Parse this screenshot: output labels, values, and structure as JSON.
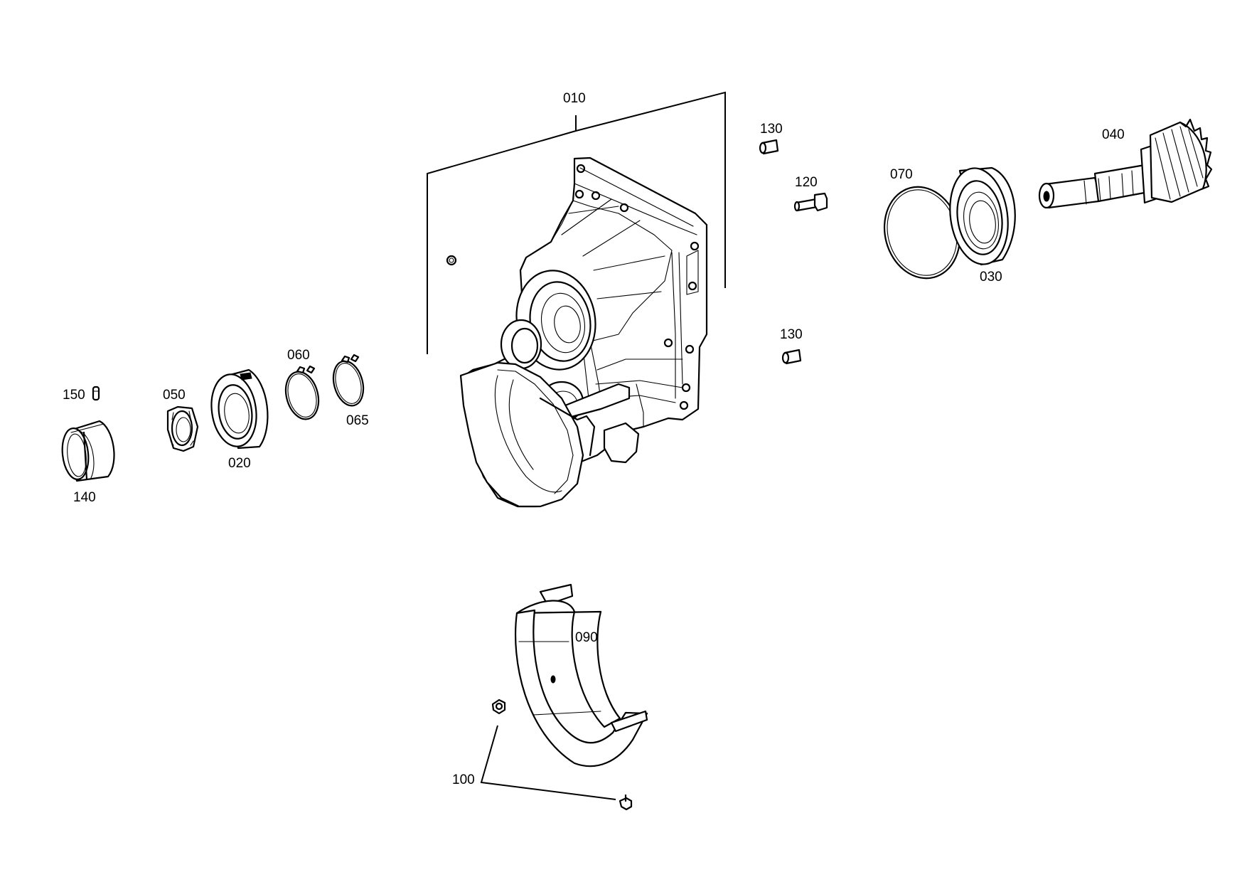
{
  "labels": {
    "p010": "010",
    "p020": "020",
    "p030": "030",
    "p040": "040",
    "p050": "050",
    "p060": "060",
    "p065": "065",
    "p070": "070",
    "p090": "090",
    "p100": "100",
    "p120": "120",
    "p130a": "130",
    "p130b": "130",
    "p140": "140",
    "p150": "150"
  }
}
